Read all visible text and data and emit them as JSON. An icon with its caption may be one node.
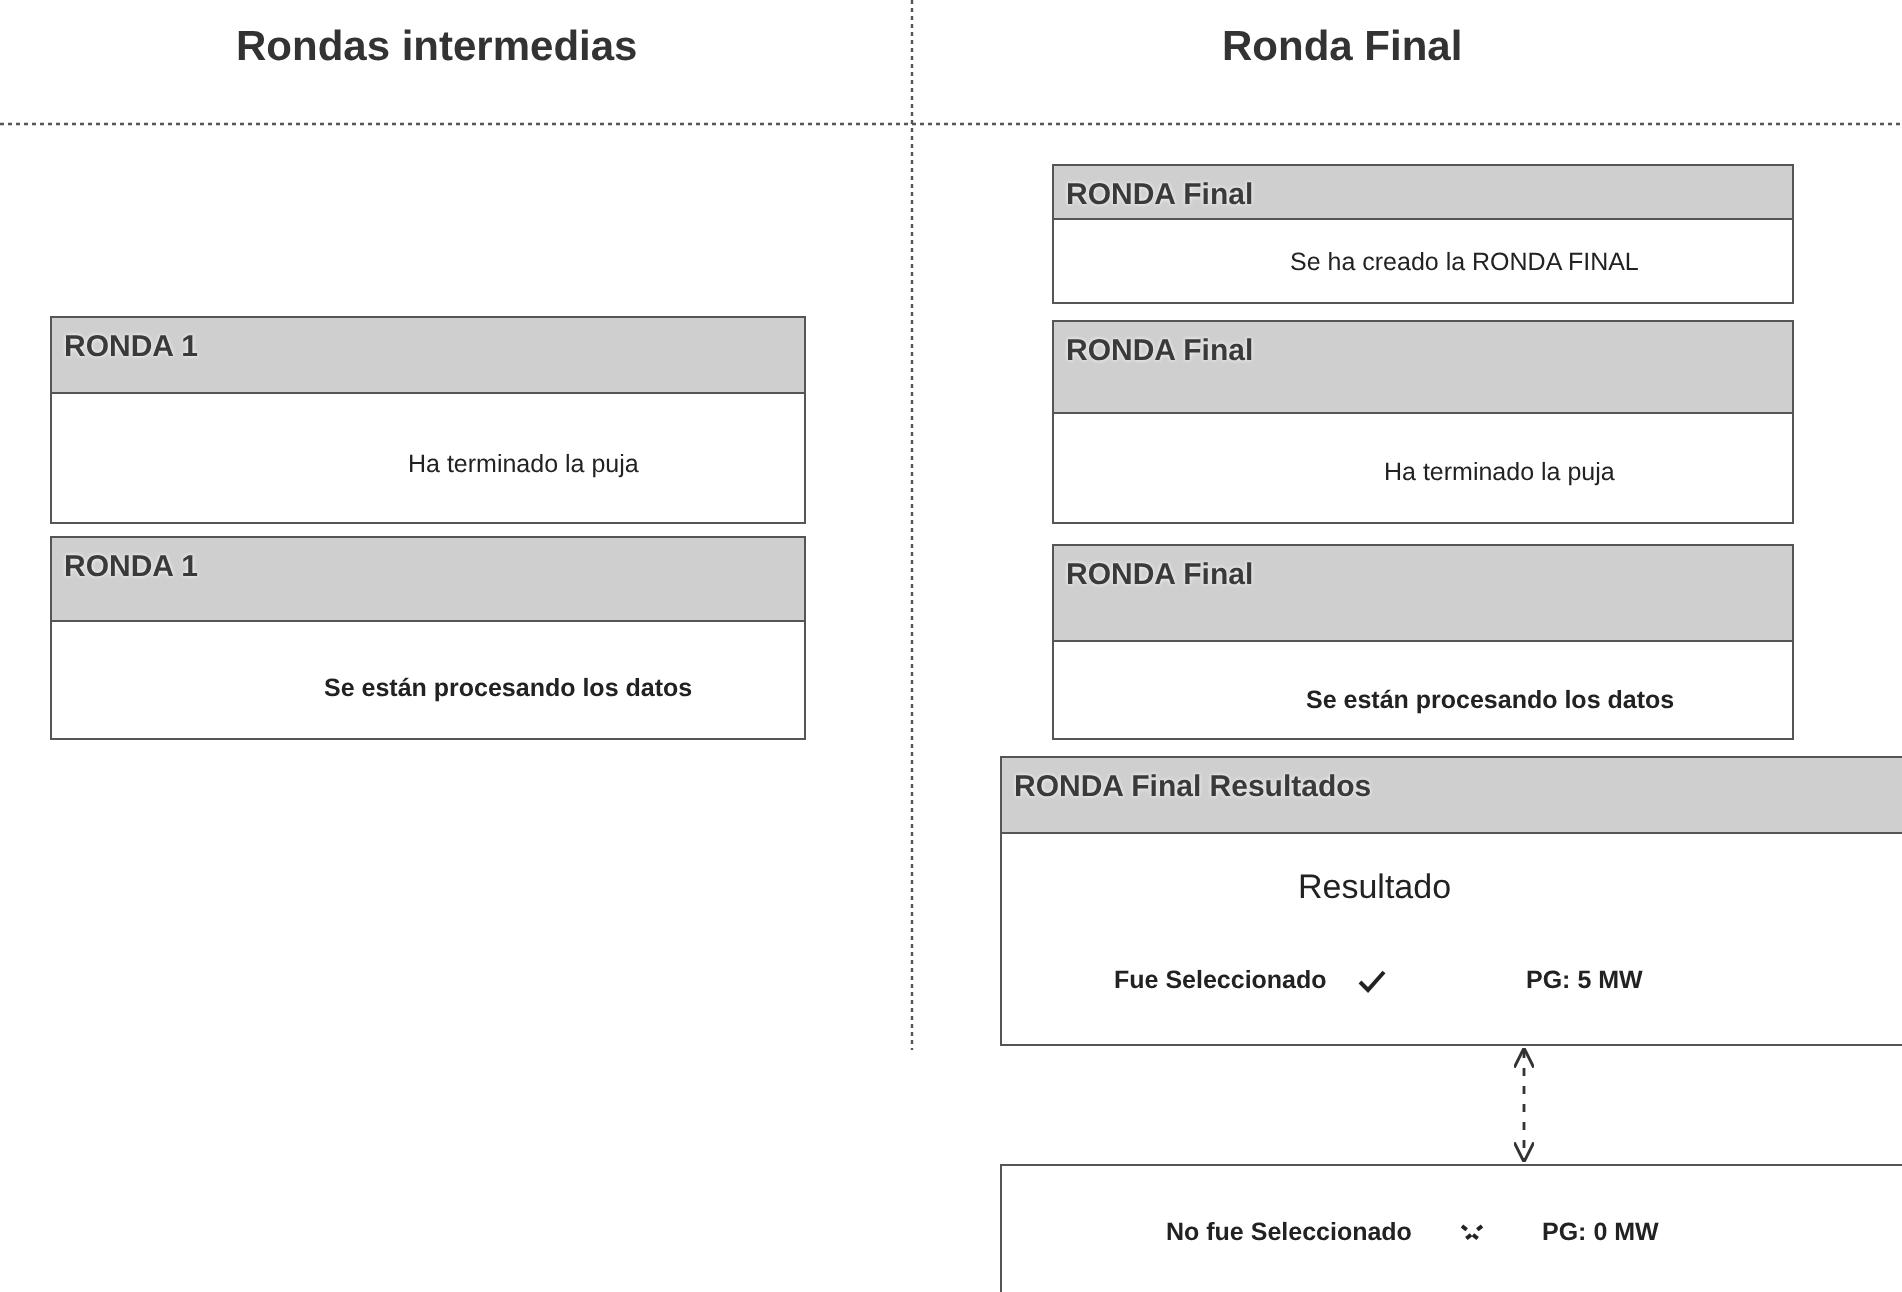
{
  "diagram": {
    "nodes": [
      {
        "text": [
          "RONDA 1",
          "Ha terminado la puja"
        ]
      },
      {
        "text": [
          "RONDA 1",
          "Se están procesando los datos"
        ]
      },
      {
        "text": [
          "RONDA Final",
          "Se ha creado la RONDA FINAL"
        ]
      },
      {
        "text": [
          "RONDA Final",
          "Ha terminado la puja"
        ]
      },
      {
        "text": [
          "RONDA Final",
          "Se están procesando los datos"
        ]
      },
      {
        "text": [
          "RONDA Final Resultados",
          "Resultado",
          "Fue Seleccionado",
          "PG: 5 MW"
        ]
      },
      {
        "text": [
          "No fue Seleccionado",
          "PG: 0 MW"
        ]
      }
    ],
    "edges": [
      {
        "from": 5,
        "to": 6,
        "arrow": "both",
        "style": "dashed"
      }
    ],
    "labels": [
      "Rondas intermedias",
      "Ronda Final"
    ]
  }
}
